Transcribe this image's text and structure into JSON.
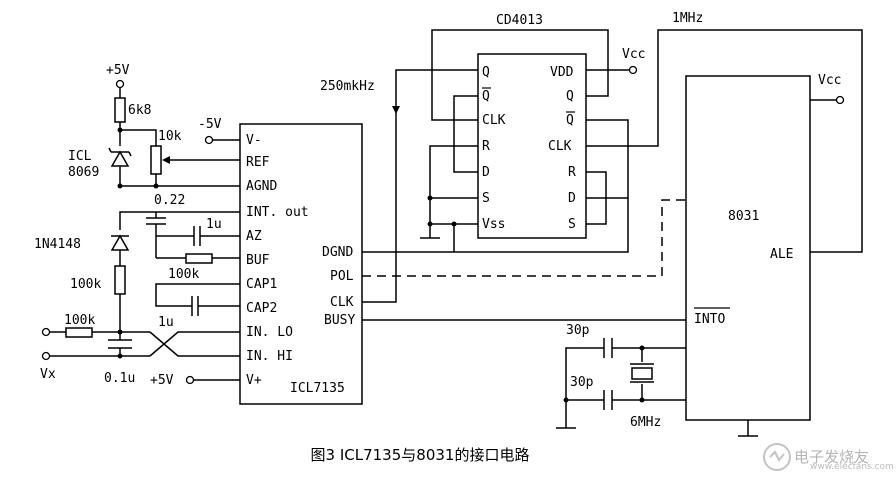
{
  "labels": {
    "cd4013": "CD4013",
    "mhz1": "1MHz",
    "vcc_cd": "Vcc",
    "vcc_8031": "Vcc",
    "khz250": "250mkHz",
    "plus5v_top": "+5V",
    "minus5v": "-5V",
    "r6k8": "6k8",
    "r10k": "10k",
    "icl8069": "ICL\n8069",
    "c022": "0.22",
    "c1u_top": "1u",
    "c1u_bot": "1u",
    "d1n4148": "1N4148",
    "r100k_left": "100k",
    "r100k_buf": "100k",
    "r100k_in": "100k",
    "vx": "Vx",
    "c01u": "0.1u",
    "plus5v_vplus": "+5V",
    "c30p_top": "30p",
    "c30p_bot": "30p",
    "xtal": "6MHz"
  },
  "icl7135": {
    "name": "ICL7135",
    "left_pins": [
      "V-",
      "REF",
      "AGND",
      "INT. out",
      "AZ",
      "BUF",
      "CAP1",
      "CAP2",
      "IN. LO",
      "IN. HI",
      "V+"
    ],
    "right_pins": [
      "DGND",
      "POL",
      "CLK",
      "BUSY"
    ]
  },
  "cd4013_pins": {
    "left": [
      "Q",
      "Q",
      "CLK",
      "R",
      "D",
      "S",
      "Vss"
    ],
    "right": [
      "VDD",
      "Q",
      "Q",
      "CLK",
      "R",
      "D",
      "S"
    ]
  },
  "mcu8031": {
    "name": "8031",
    "ale": "ALE",
    "into": "INTO"
  },
  "caption": "图3 ICL7135与8031的接口电路",
  "watermark": {
    "text": "电子发烧友",
    "sub": "www.elecfans.com"
  }
}
